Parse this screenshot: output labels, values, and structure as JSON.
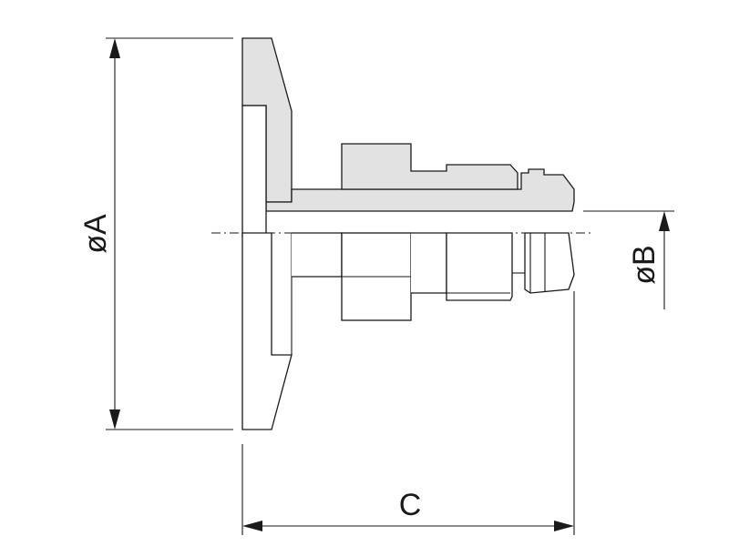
{
  "dimensions": {
    "diameter_a": "øA",
    "diameter_b": "øB",
    "length_c": "C"
  }
}
